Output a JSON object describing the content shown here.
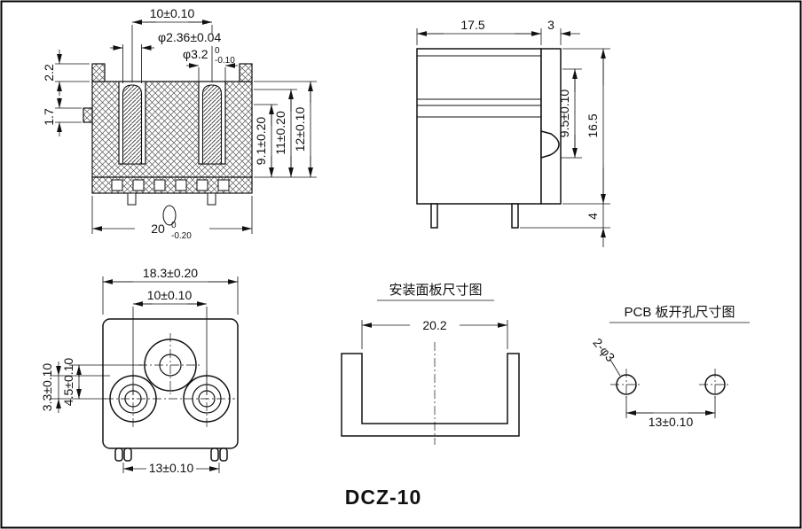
{
  "drawing_title": "DCZ-10",
  "section_view": {
    "dim_pitch": "10±0.10",
    "dim_pin_dia": "φ2.36±0.04",
    "dim_hole_dia": "φ3.2",
    "dim_hole_tol_upper": "0",
    "dim_hole_tol_lower": "-0.10",
    "dim_step": "2.2",
    "dim_tab": "1.7",
    "dim_h1": "9.1±0.20",
    "dim_h2": "11±0.20",
    "dim_h3": "12±0.10",
    "dim_width": "20",
    "dim_width_tol_upper": "0",
    "dim_width_tol_lower": "-0.20"
  },
  "side_view": {
    "dim_depth": "17.5",
    "dim_panel": "3",
    "dim_h1": "9.5±0.10",
    "dim_height": "16.5",
    "dim_pin": "4"
  },
  "front_view": {
    "dim_width": "18.3±0.20",
    "dim_pitch_top": "10±0.10",
    "dim_v1": "3.3±0.10",
    "dim_v2": "4.5±0.10",
    "dim_pitch_bottom": "13±0.10"
  },
  "panel_view": {
    "title": "安装面板尺寸图",
    "dim_cutout": "20.2"
  },
  "pcb_view": {
    "title": "PCB 板开孔尺寸图",
    "dim_holes": "2-φ3",
    "dim_pitch": "13±0.10"
  }
}
